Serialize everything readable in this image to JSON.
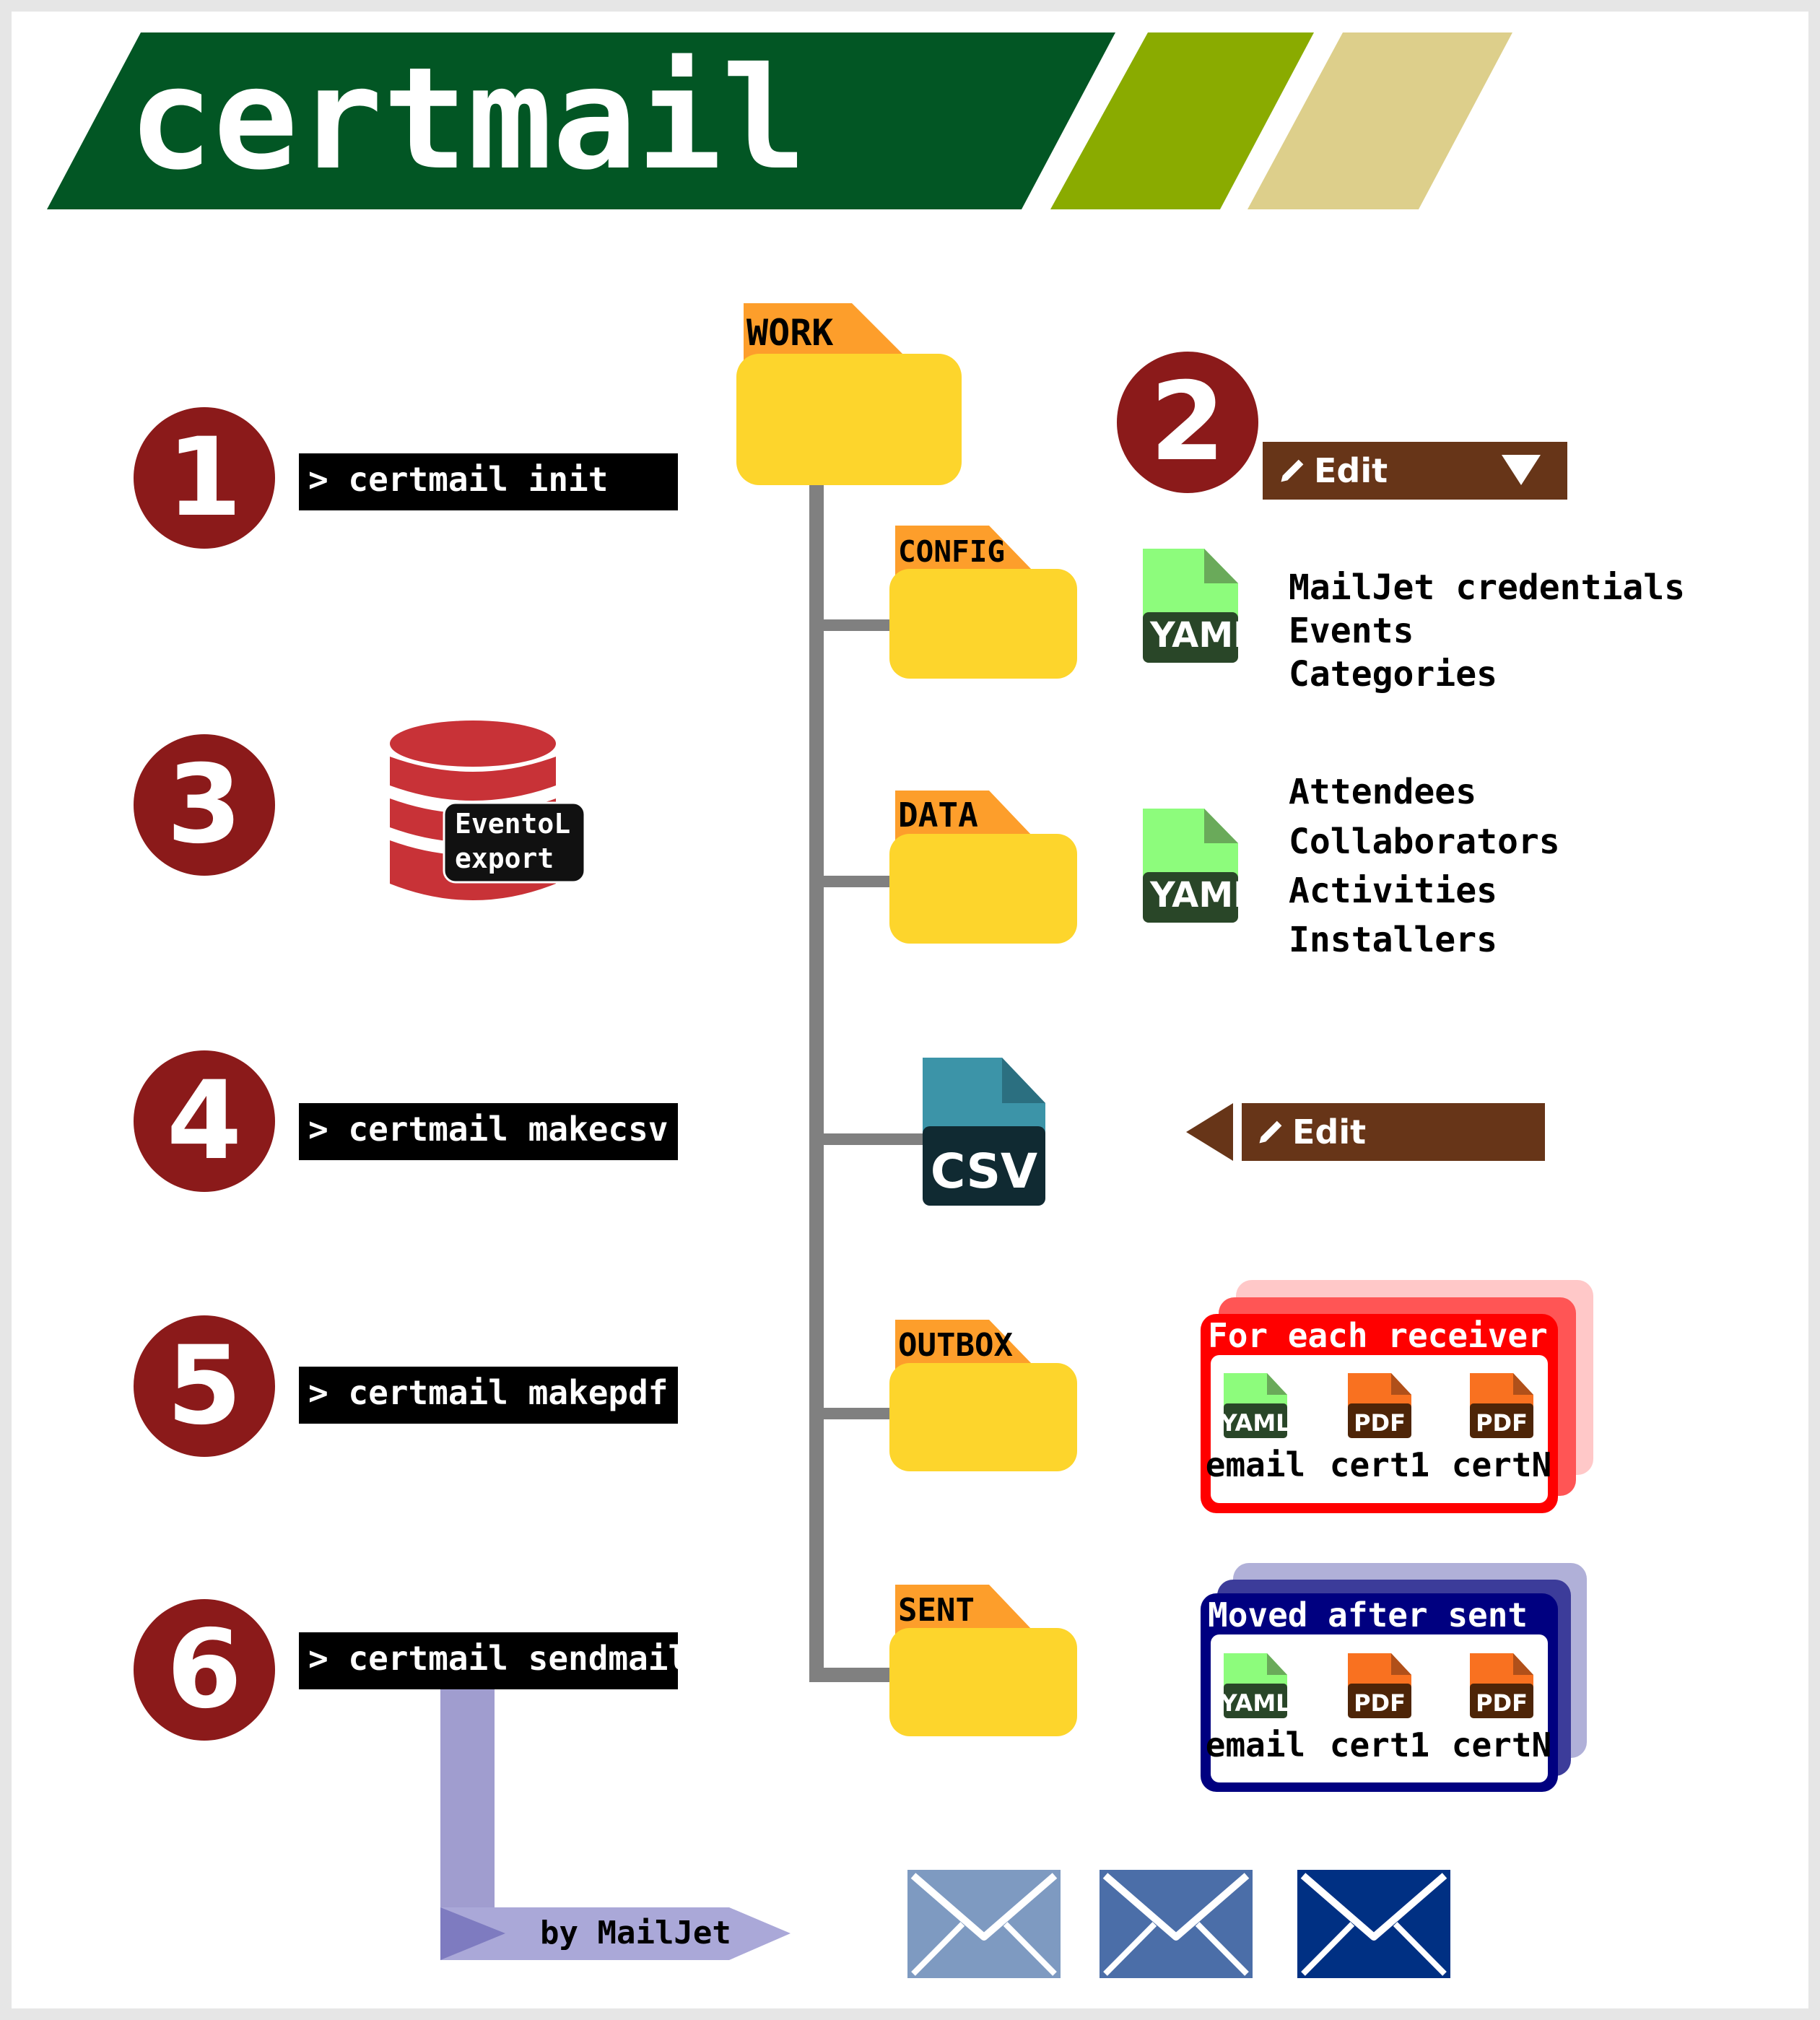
{
  "title": "certmail",
  "colors": {
    "banner_dark_green": "#025624",
    "banner_olive": "#8aab00",
    "banner_khaki": "#ddcf8b",
    "step_circle": "#8b1a1a",
    "command_bg": "#000000",
    "folder_tab": "#fd9e2b",
    "folder_body": "#fdd52c",
    "tree_line": "#808080",
    "edit_bar": "#673518",
    "yaml_green": "#8dfc7c",
    "yaml_dark": "#294628",
    "csv_teal": "#3c94a8",
    "csv_dark": "#102a32",
    "pdf_orange": "#f97120",
    "pdf_dark": "#4e2508",
    "db_red": "#c83237",
    "outbox_red": "#ff0000",
    "sent_navy": "#000080",
    "mailjet_arrow": "#9b98cc",
    "envelope_1": "#7e9ac1",
    "envelope_2": "#4b6ea8",
    "envelope_3": "#003083"
  },
  "steps": [
    {
      "number": "1",
      "command": "> certmail init"
    },
    {
      "number": "2"
    },
    {
      "number": "3",
      "db_label_line1": "EventoL",
      "db_label_line2": "export"
    },
    {
      "number": "4",
      "command": "> certmail makecsv"
    },
    {
      "number": "5",
      "command": "> certmail makepdf"
    },
    {
      "number": "6",
      "command": "> certmail sendmail"
    }
  ],
  "folders": {
    "work": "WORK",
    "config": "CONFIG",
    "data": "DATA",
    "outbox": "OUTBOX",
    "sent": "SENT"
  },
  "edit_labels": {
    "top": "Edit",
    "csv": "Edit"
  },
  "file_labels": {
    "yaml": "YAML",
    "csv": "CSV",
    "pdf": "PDF",
    "yaml_small": "YAML"
  },
  "config_items": [
    "MailJet credentials",
    "Events",
    "Categories"
  ],
  "data_items": [
    "Attendees",
    "Collaborators",
    "Activities",
    "Installers"
  ],
  "outbox_box": {
    "title": "For each receiver",
    "files": [
      "email",
      "cert1",
      "certN"
    ]
  },
  "sent_box": {
    "title": "Moved after sent",
    "files": [
      "email",
      "cert1",
      "certN"
    ]
  },
  "mailjet_label": "by MailJet",
  "icons": [
    "pencil-icon",
    "triangle-down-icon",
    "triangle-left-icon",
    "database-icon",
    "folder-icon",
    "yaml-file-icon",
    "csv-file-icon",
    "pdf-file-icon",
    "envelope-icon"
  ]
}
